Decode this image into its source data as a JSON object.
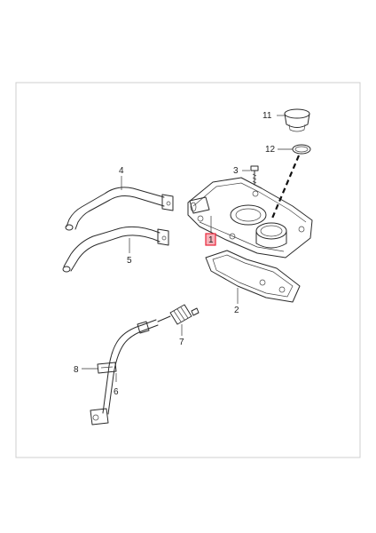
{
  "diagram": {
    "callouts": {
      "c1": "1",
      "c2": "2",
      "c3": "3",
      "c4": "4",
      "c5": "5",
      "c6": "6",
      "c7": "7",
      "c8": "8",
      "c11": "11",
      "c12": "12"
    },
    "colors": {
      "frame": "#cfcfcf",
      "line": "#2a2a2a",
      "highlight_box": "#e8253a",
      "highlight_fill": "#f6b3bb"
    }
  }
}
